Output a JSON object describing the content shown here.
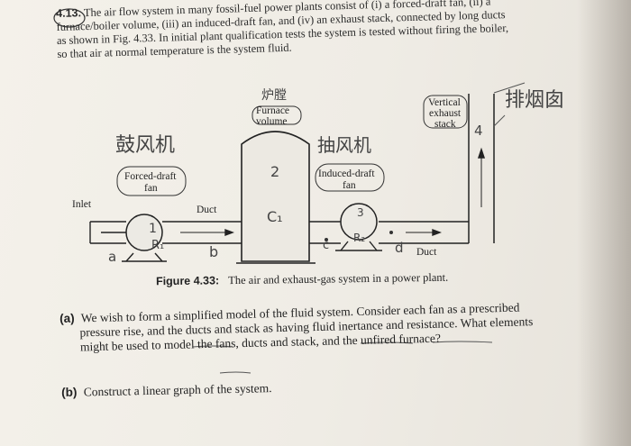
{
  "problem": {
    "number": "4.13.",
    "line1": "The air flow system in many fossil-fuel power plants consist of (i) a forced-draft fan, (ii) a",
    "line2": "furnace/boiler volume, (iii) an induced-draft fan, and (iv) an exhaust stack, connected by long ducts",
    "line3": "as shown in Fig. 4.33. In initial plant qualification tests the system is tested without firing the boiler,",
    "line4": "so that air at normal temperature is the system fluid."
  },
  "figure": {
    "label_inlet": "Inlet",
    "label_duct_left": "Duct",
    "label_duct_right": "Duct",
    "label_forced_fan_1": "Forced-draft",
    "label_forced_fan_2": "fan",
    "label_furnace_1": "Furnace",
    "label_furnace_2": "volume",
    "label_induced_fan_1": "Induced-draft",
    "label_induced_fan_2": "fan",
    "label_stack_1": "Vertical",
    "label_stack_2": "exhaust",
    "label_stack_3": "stack",
    "caption_label": "Figure 4.33:",
    "caption_text": "The air and exhaust-gas system in a power plant."
  },
  "handwriting": {
    "furnace_note": "炉膛",
    "forced_fan_note": "鼓风机",
    "induced_fan_note": "抽风机",
    "stack_note": "排烟囱",
    "node_a": "a",
    "node_b": "b",
    "node_c": "c",
    "node_d": "d",
    "num_1": "1",
    "num_2": "2",
    "num_3": "3",
    "num_4": "4",
    "r1": "R₁",
    "r2": "R₂",
    "c1": "C₁"
  },
  "questions": {
    "a_label": "(a)",
    "a_line1": "We wish to form a simplified model of the fluid system. Consider each fan as a prescribed",
    "a_line2": "pressure rise, and the ducts and stack as having fluid inertance and resistance. What elements",
    "a_line3": "might be used to model the fans, ducts and stack, and the unfired furnace?",
    "b_label": "(b)",
    "b_text": "Construct a linear graph of the system."
  }
}
